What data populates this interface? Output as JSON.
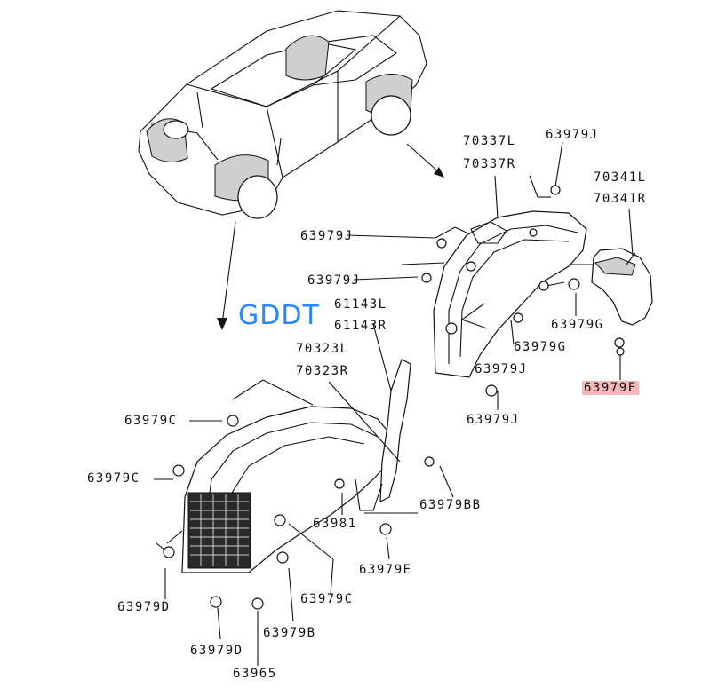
{
  "watermark": "GDDT",
  "labels": {
    "p70337": [
      "70337L",
      "70337R"
    ],
    "p63979J_top": "63979J",
    "p70341": [
      "70341L",
      "70341R"
    ],
    "p63979J_a": "63979J",
    "p63979J_b": "63979J",
    "p61143": [
      "61143L",
      "61143R"
    ],
    "p63979G_a": "63979G",
    "p63979G_b": "63979G",
    "p63979J_c": "63979J",
    "p63979J_d": "63979J",
    "p63979F": "63979F",
    "p70323": [
      "70323L",
      "70323R"
    ],
    "p63979C_a": "63979C",
    "p63979C_b": "63979C",
    "p63979BB": "63979BB",
    "p63981": "63981",
    "p63979E": "63979E",
    "p63979D_a": "63979D",
    "p63979C_c": "63979C",
    "p63979B": "63979B",
    "p63979D_b": "63979D",
    "p63965": "63965"
  },
  "colors": {
    "highlight": "#f6b8b8",
    "watermark": "#2a86ff",
    "line": "#111111"
  }
}
